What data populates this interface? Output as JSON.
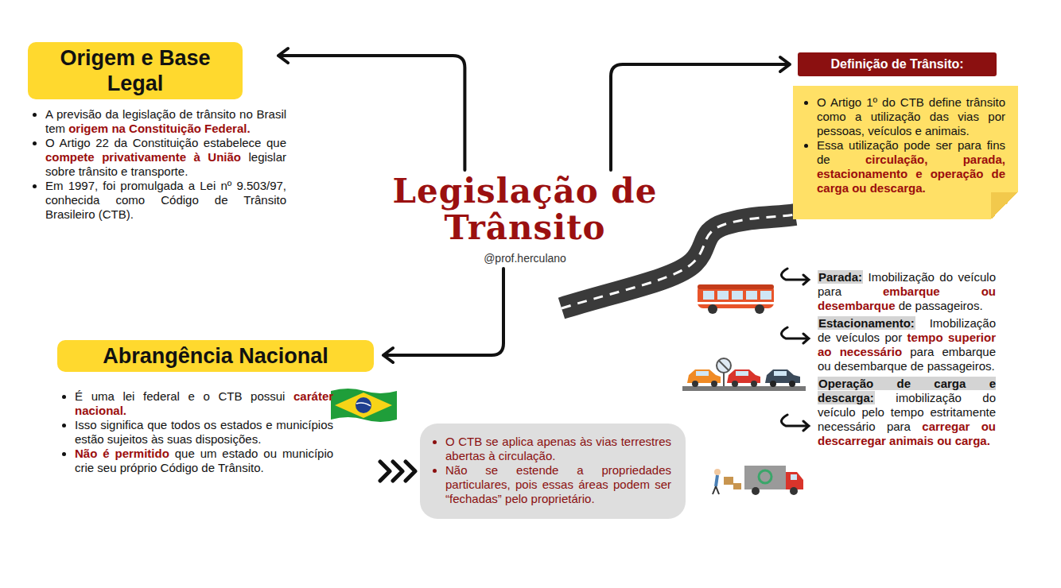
{
  "diagram": {
    "nodes": [
      {
        "text": [
          "Origem e Base Legal",
          "A previsão da legislação de trânsito no Brasil tem origem na Constituição Federal.",
          "O Artigo 22 da Constituição estabelece que compete privativamente à União legislar sobre trânsito e transporte.",
          "Em 1997, foi promulgada a Lei nº 9.503/97, conhecida como Código de Trânsito Brasileiro (CTB)."
        ]
      },
      {
        "text": [
          "Definição de Trânsito:"
        ]
      },
      {
        "text": [
          "O Artigo 1º do CTB define trânsito como a utilização das vias por pessoas, veículos e animais.",
          "Essa utilização pode ser para fins de circulação, parada, estacionamento e operação de carga ou descarga."
        ]
      },
      {
        "text": [
          "Legislação de Trânsito",
          "@prof.herculano"
        ]
      },
      {
        "text": [
          "Parada:",
          "Imobilização do veículo para embarque ou desembarque de passageiros."
        ]
      },
      {
        "text": [
          "Estacionamento:",
          "Imobilização de veículos por tempo superior ao necessário para embarque ou desembarque de passageiros."
        ]
      },
      {
        "text": [
          "Operação de carga e descarga:",
          "imobilização do veículo pelo tempo estritamente necessário para carregar ou descarregar animais ou carga."
        ]
      },
      {
        "text": [
          "Abrangência Nacional",
          "É uma lei federal e o CTB possui caráter nacional.",
          "Isso significa que todos os estados e municípios estão sujeitos às suas disposições.",
          "Não é permitido que um estado ou município crie seu próprio Código de Trânsito."
        ]
      },
      {
        "text": [
          "O CTB se aplica apenas às vias terrestres abertas à circulação.",
          "Não se estende a propriedades particulares, pois essas áreas podem ser “fechadas” pelo proprietário."
        ]
      }
    ],
    "edges": [
      {
        "from": 3,
        "to": 0,
        "arrow": "to"
      },
      {
        "from": 3,
        "to": 1,
        "arrow": "to"
      },
      {
        "from": 3,
        "to": 7,
        "arrow": "to"
      },
      {
        "from": 7,
        "to": 8,
        "arrow": "to"
      }
    ]
  }
}
